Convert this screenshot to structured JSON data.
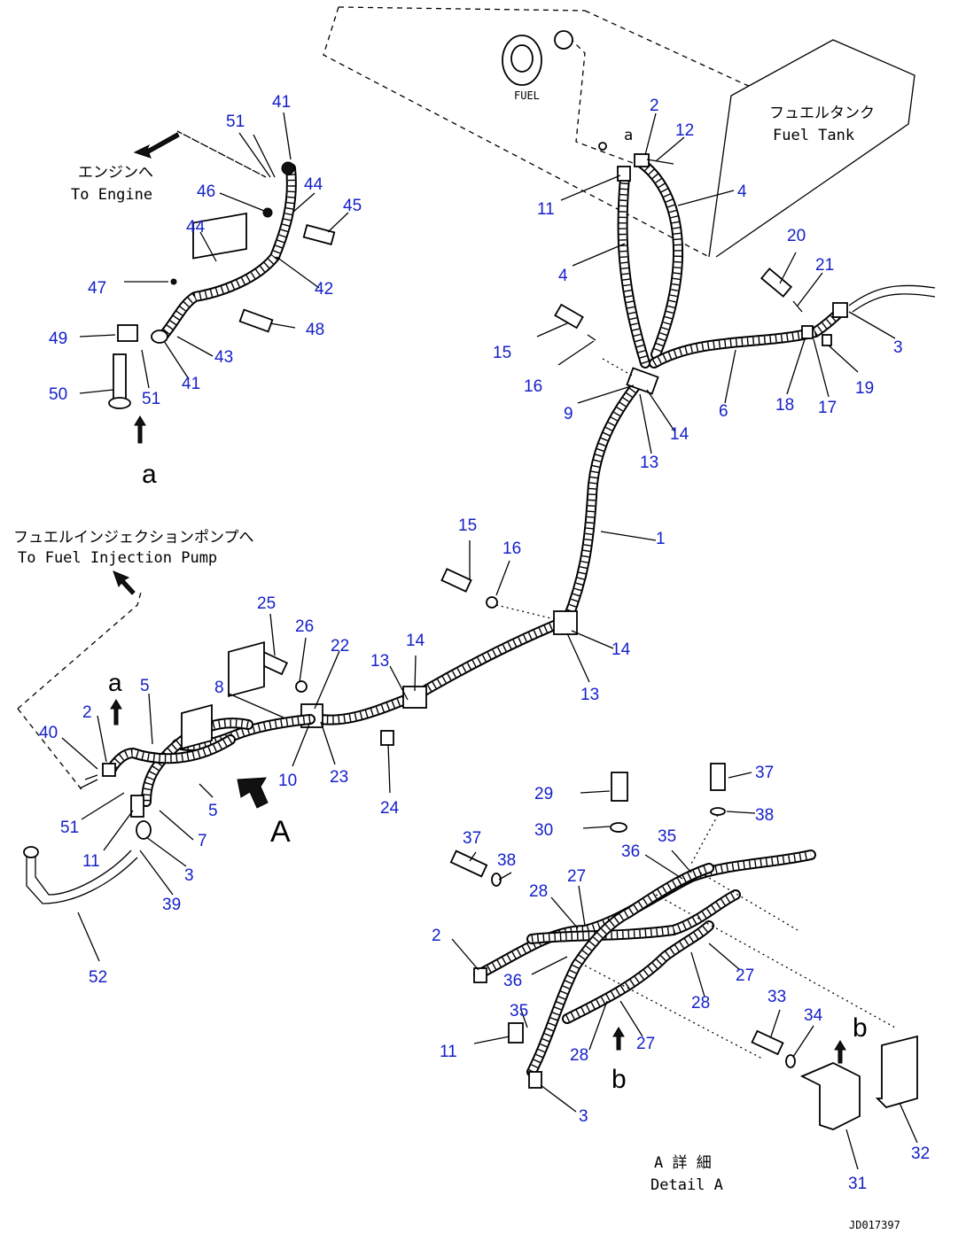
{
  "labels": {
    "fuel_tank_jp": "フュエルタンク",
    "fuel_tank_en": "Fuel Tank",
    "engine_jp": "エンジンへ",
    "engine_en": "To Engine",
    "pump_jp": "フュエルインジェクションポンプへ",
    "pump_en": "To Fuel Injection Pump",
    "detail_jp": "A 詳 細",
    "detail_en": "Detail A",
    "view_a": "A",
    "ref_a": "a",
    "ref_b": "b",
    "drawing_code": "JD017397",
    "tank_cap": "FUEL"
  },
  "callouts": [
    {
      "id": "c1",
      "text": "1"
    },
    {
      "id": "c2a",
      "text": "2"
    },
    {
      "id": "c2b",
      "text": "2"
    },
    {
      "id": "c2c",
      "text": "2"
    },
    {
      "id": "c3a",
      "text": "3"
    },
    {
      "id": "c3b",
      "text": "3"
    },
    {
      "id": "c3c",
      "text": "3"
    },
    {
      "id": "c4a",
      "text": "4"
    },
    {
      "id": "c4b",
      "text": "4"
    },
    {
      "id": "c5a",
      "text": "5"
    },
    {
      "id": "c5b",
      "text": "5"
    },
    {
      "id": "c6",
      "text": "6"
    },
    {
      "id": "c7",
      "text": "7"
    },
    {
      "id": "c8",
      "text": "8"
    },
    {
      "id": "c9",
      "text": "9"
    },
    {
      "id": "c10",
      "text": "10"
    },
    {
      "id": "c11a",
      "text": "11"
    },
    {
      "id": "c11b",
      "text": "11"
    },
    {
      "id": "c11c",
      "text": "11"
    },
    {
      "id": "c12",
      "text": "12"
    },
    {
      "id": "c13a",
      "text": "13"
    },
    {
      "id": "c13b",
      "text": "13"
    },
    {
      "id": "c13c",
      "text": "13"
    },
    {
      "id": "c14a",
      "text": "14"
    },
    {
      "id": "c14b",
      "text": "14"
    },
    {
      "id": "c14c",
      "text": "14"
    },
    {
      "id": "c15a",
      "text": "15"
    },
    {
      "id": "c15b",
      "text": "15"
    },
    {
      "id": "c16a",
      "text": "16"
    },
    {
      "id": "c16b",
      "text": "16"
    },
    {
      "id": "c17",
      "text": "17"
    },
    {
      "id": "c18",
      "text": "18"
    },
    {
      "id": "c19",
      "text": "19"
    },
    {
      "id": "c20",
      "text": "20"
    },
    {
      "id": "c21",
      "text": "21"
    },
    {
      "id": "c22",
      "text": "22"
    },
    {
      "id": "c23",
      "text": "23"
    },
    {
      "id": "c24",
      "text": "24"
    },
    {
      "id": "c25",
      "text": "25"
    },
    {
      "id": "c26",
      "text": "26"
    },
    {
      "id": "c27a",
      "text": "27"
    },
    {
      "id": "c27b",
      "text": "27"
    },
    {
      "id": "c27c",
      "text": "27"
    },
    {
      "id": "c28a",
      "text": "28"
    },
    {
      "id": "c28b",
      "text": "28"
    },
    {
      "id": "c28c",
      "text": "28"
    },
    {
      "id": "c29",
      "text": "29"
    },
    {
      "id": "c30",
      "text": "30"
    },
    {
      "id": "c31",
      "text": "31"
    },
    {
      "id": "c32",
      "text": "32"
    },
    {
      "id": "c33",
      "text": "33"
    },
    {
      "id": "c34",
      "text": "34"
    },
    {
      "id": "c35a",
      "text": "35"
    },
    {
      "id": "c35b",
      "text": "35"
    },
    {
      "id": "c36a",
      "text": "36"
    },
    {
      "id": "c36b",
      "text": "36"
    },
    {
      "id": "c37a",
      "text": "37"
    },
    {
      "id": "c37b",
      "text": "37"
    },
    {
      "id": "c38a",
      "text": "38"
    },
    {
      "id": "c38b",
      "text": "38"
    },
    {
      "id": "c39",
      "text": "39"
    },
    {
      "id": "c40",
      "text": "40"
    },
    {
      "id": "c41a",
      "text": "41"
    },
    {
      "id": "c41b",
      "text": "41"
    },
    {
      "id": "c42",
      "text": "42"
    },
    {
      "id": "c43",
      "text": "43"
    },
    {
      "id": "c44a",
      "text": "44"
    },
    {
      "id": "c44b",
      "text": "44"
    },
    {
      "id": "c45",
      "text": "45"
    },
    {
      "id": "c46",
      "text": "46"
    },
    {
      "id": "c47",
      "text": "47"
    },
    {
      "id": "c48",
      "text": "48"
    },
    {
      "id": "c49",
      "text": "49"
    },
    {
      "id": "c50",
      "text": "50"
    },
    {
      "id": "c51a",
      "text": "51"
    },
    {
      "id": "c51b",
      "text": "51"
    },
    {
      "id": "c51c",
      "text": "51"
    },
    {
      "id": "c52",
      "text": "52"
    }
  ]
}
